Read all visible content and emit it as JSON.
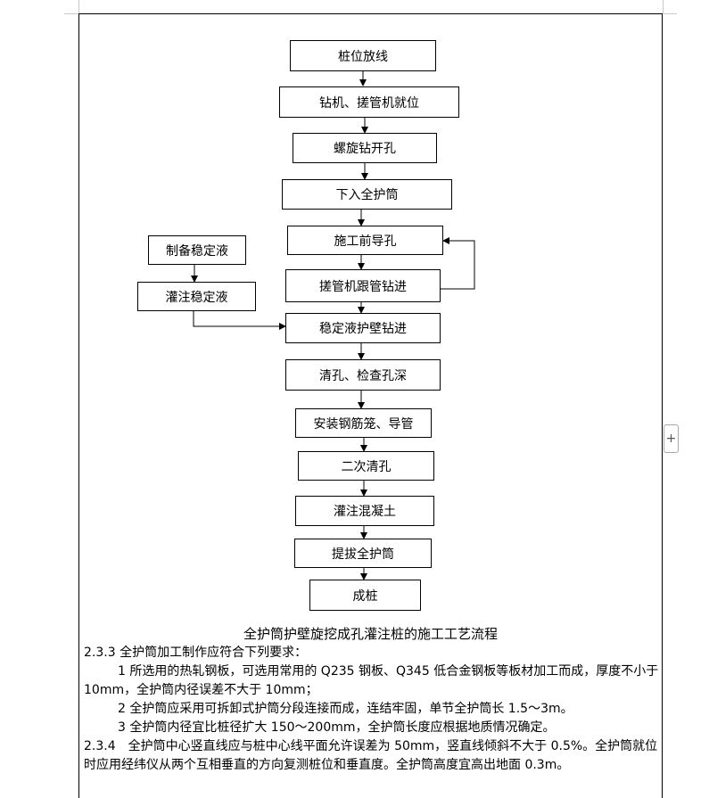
{
  "flowchart": {
    "nodes": {
      "pile_layout": "桩位放线",
      "rig_position": "钻机、搓管机就位",
      "spiral_drill": "螺旋钻开孔",
      "lower_casing": "下入全护筒",
      "pre_guide_hole": "施工前导孔",
      "casing_follow_drill": "搓管机跟管钻进",
      "stabilizer_drill": "稳定液护壁钻进",
      "clean_check": "清孔、检查孔深",
      "install_cage": "安装钢筋笼、导管",
      "second_clean": "二次清孔",
      "pour_concrete": "灌注混凝土",
      "pull_casing": "提拔全护筒",
      "pile_complete": "成桩",
      "prepare_fluid": "制备稳定液",
      "pour_fluid": "灌注稳定液"
    },
    "caption": "全护筒护壁旋挖成孔灌注桩的施工工艺流程"
  },
  "text": {
    "p1": "2.3.3 全护筒加工制作应符合下列要求：",
    "p2": "1 所选用的热轧钢板，可选用常用的 Q235 钢板、Q345 低合金钢板等板材加工而成，厚度不小于 10mm，全护筒内径误差不大于 10mm；",
    "p3": "2 全护筒应采用可拆卸式护筒分段连接而成，连结牢固，单节全护筒长 1.5～3m。",
    "p4": "3 全护筒内径宜比桩径扩大 150～200mm，全护筒长度应根据地质情况确定。",
    "p5": "2.3.4　全护筒中心竖直线应与桩中心线平面允许误差为 50mm，竖直线倾斜不大于 0.5%。全护筒就位时应用经纬仪从两个互相垂直的方向复测桩位和垂直度。全护筒高度宜高出地面 0.3m。"
  },
  "ui": {
    "margin_button": "+"
  }
}
